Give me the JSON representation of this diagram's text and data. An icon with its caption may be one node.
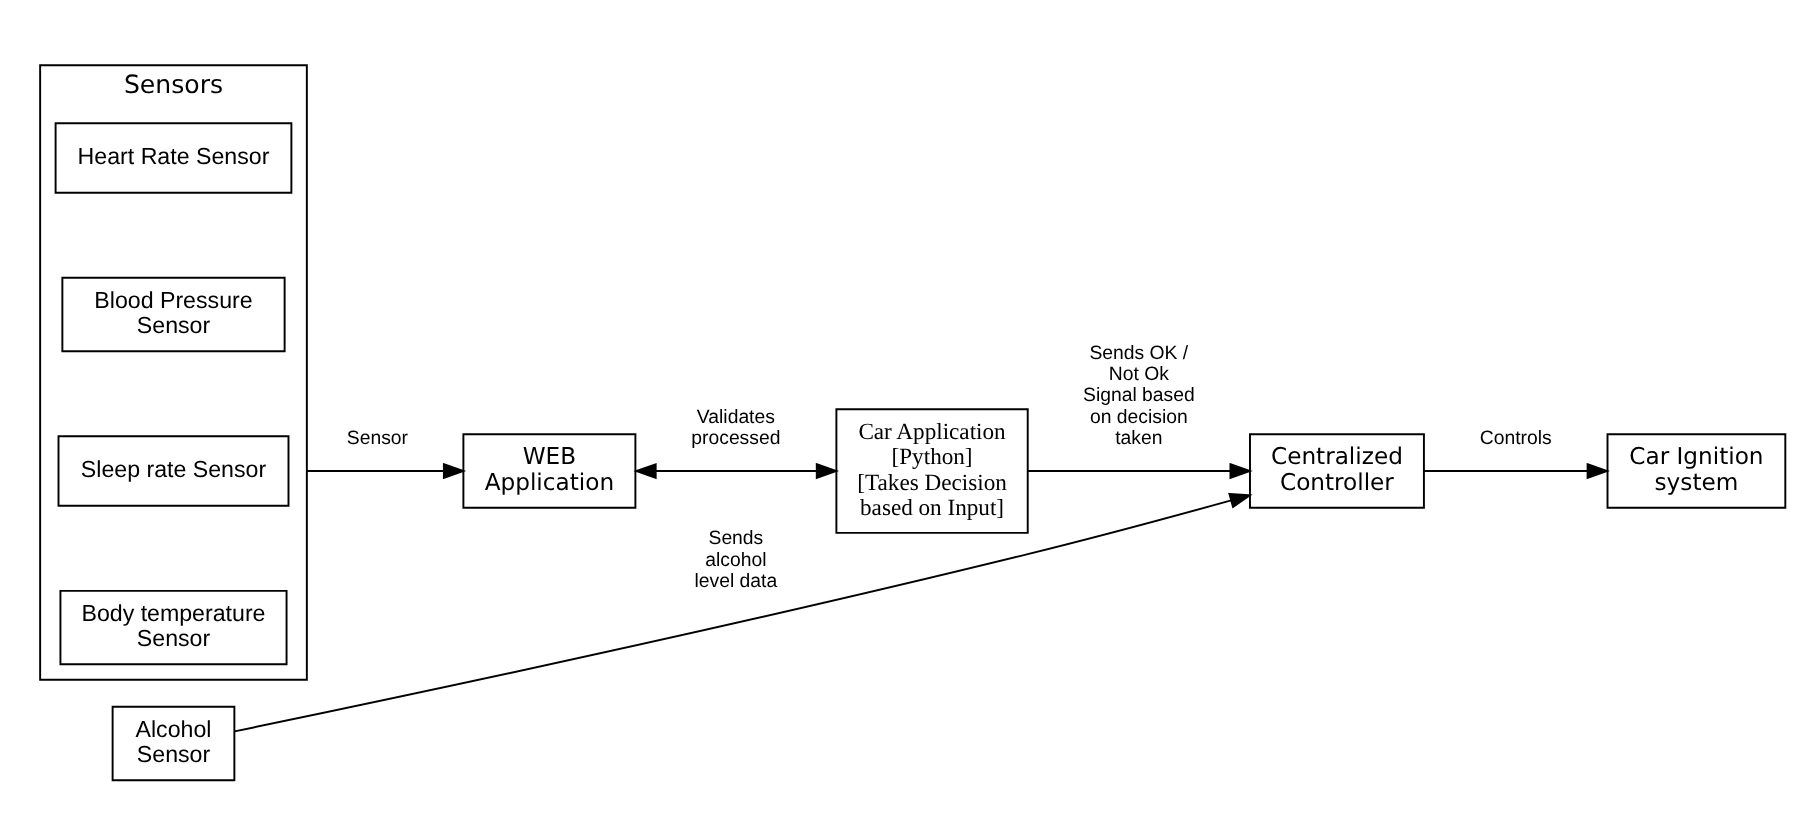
{
  "diagram": {
    "nodes": [
      {
        "text": [
          "Sensors"
        ]
      },
      {
        "text": [
          "Heart Rate Sensor"
        ],
        "in": 0
      },
      {
        "text": [
          "Blood Pressure Sensor"
        ],
        "in": 0
      },
      {
        "text": [
          "Sleep rate Sensor"
        ],
        "in": 0
      },
      {
        "text": [
          "Body temperature Sensor"
        ],
        "in": 0
      },
      {
        "text": [
          "WEB Application"
        ]
      },
      {
        "text": [
          "Car Application",
          "[Python]",
          "[Takes Decision based on Input]"
        ]
      },
      {
        "text": [
          "Centralized Controller"
        ]
      },
      {
        "text": [
          "Car Ignition system"
        ]
      },
      {
        "text": [
          "Alcohol Sensor"
        ]
      }
    ],
    "edges": [
      {
        "from": 0,
        "to": 5,
        "arrow": "to",
        "label": "Sensor"
      },
      {
        "from": 5,
        "to": 6,
        "arrow": "both",
        "label": "Validates processed"
      },
      {
        "from": 6,
        "to": 7,
        "arrow": "to",
        "label": "Sends OK / Not Ok Signal based on decision taken"
      },
      {
        "from": 7,
        "to": 8,
        "arrow": "to",
        "label": "Controls"
      },
      {
        "from": 9,
        "to": 7,
        "arrow": "to",
        "label": "Sends alcohol level data"
      }
    ]
  }
}
